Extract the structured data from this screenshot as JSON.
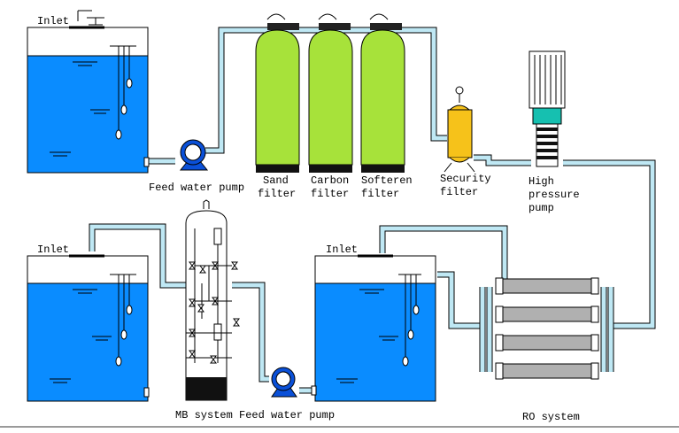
{
  "labels": {
    "inlet_top": "Inlet",
    "inlet_bottom_left": "Inlet",
    "inlet_bottom_mid": "Inlet",
    "feed_pump_top": "Feed water pump",
    "sand_filter": [
      "Sand",
      "filter"
    ],
    "carbon_filter": [
      "Carbon",
      "filter"
    ],
    "softener_filter": [
      "Softeren",
      "filter"
    ],
    "security_filter": [
      "Security",
      "filter"
    ],
    "high_pressure_pump": [
      "High",
      "pressure",
      "pump"
    ],
    "mb_system": "MB system",
    "feed_pump_bottom": "Feed water pump",
    "ro_system": "RO system"
  },
  "colors": {
    "water": "#0a8cff",
    "pipe": "#bfe8f4",
    "filter": "#a7e23a",
    "filter_cap": "#222222",
    "pump": "#0a50d8",
    "security": "#f6c21a",
    "motor": "#16c0b0",
    "membrane": "#b0b0b0",
    "mb_dark": "#111111"
  },
  "icons": [
    "feed-pump-icon",
    "pressure-gauge-icon",
    "float-switch-icon",
    "valve-icon",
    "motor-icon"
  ]
}
